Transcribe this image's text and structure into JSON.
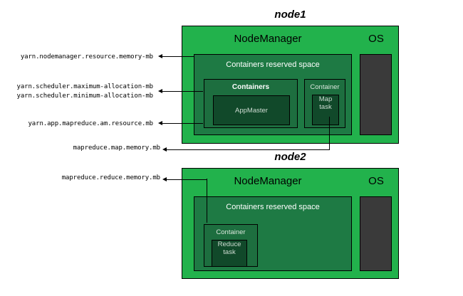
{
  "diagram": {
    "title_node1": "node1",
    "title_node2": "node2",
    "nodemanager_label": "NodeManager",
    "os_label": "OS",
    "reserved_label": "Containers reserved space",
    "containers_plural_label": "Containers",
    "container_singular_label": "Container",
    "appmaster_label": "AppMaster",
    "map_task_line1": "Map",
    "map_task_line2": "task",
    "reduce_task_line1": "Reduce",
    "reduce_task_line2": "task"
  },
  "properties": {
    "nodemanager_resource_memory": "yarn.nodemanager.resource.memory-mb",
    "scheduler_maximum_allocation": "yarn.scheduler.maximum-allocation-mb",
    "scheduler_minimum_allocation": "yarn.scheduler.minimum-allocation-mb",
    "am_resource": "yarn.app.mapreduce.am.resource.mb",
    "map_memory": "mapreduce.map.memory.mb",
    "reduce_memory": "mapreduce.reduce.memory.mb"
  },
  "colors": {
    "nodemanager_green": "#22b24c",
    "reserved_green": "#1e7a44",
    "containers_green": "#1d6e3f",
    "task_green": "#11492a",
    "os_dark": "#3a3a3a",
    "outline": "#000000",
    "white_text": "#ffffff"
  }
}
